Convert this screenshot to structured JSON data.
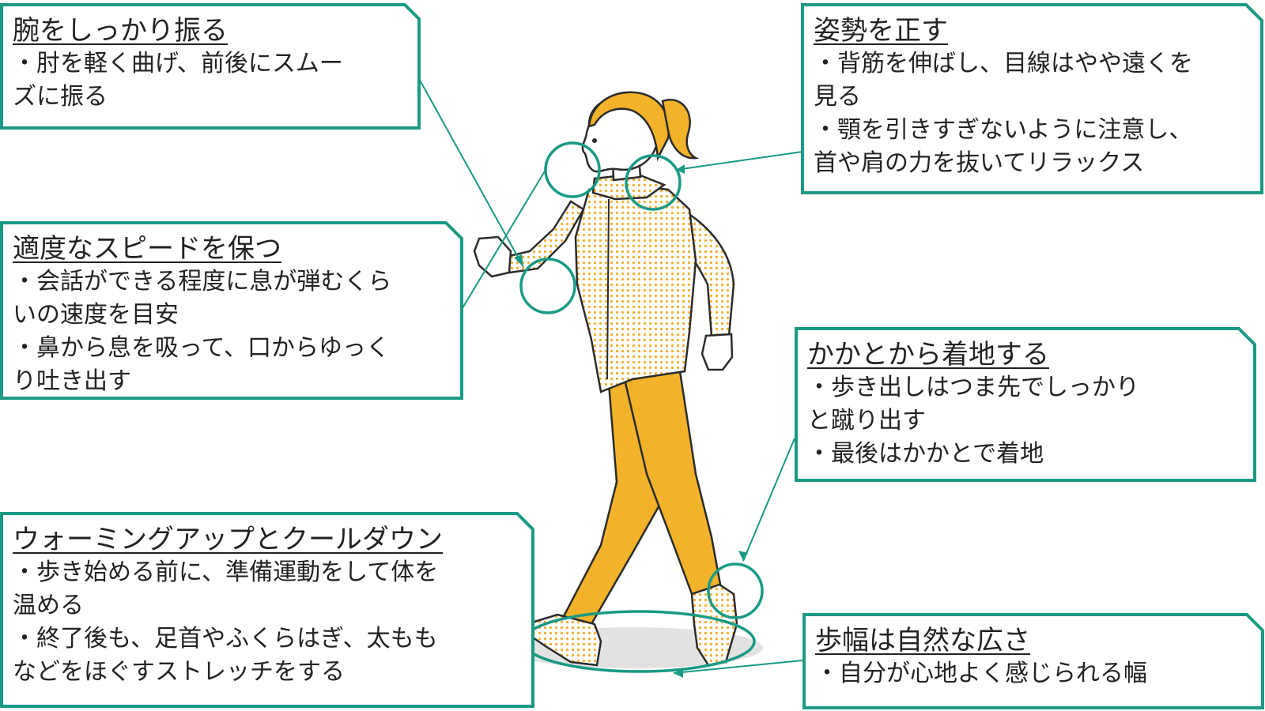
{
  "colors": {
    "accent": "#1a9a85",
    "outfit": "#f2b32a",
    "outfit_dots": "#f9dc96",
    "skin": "#ffffff",
    "outline": "#2b2b2b",
    "shadow": "#dddddd"
  },
  "boxes": {
    "arm": {
      "title": "腕をしっかり振る",
      "lines": [
        "・肘を軽く曲げ、前後にスムー",
        "ズに振る"
      ]
    },
    "posture": {
      "title": "姿勢を正す",
      "lines": [
        "・背筋を伸ばし、目線はやや遠くを",
        "見る",
        "・顎を引きすぎないように注意し、",
        "首や肩の力を抜いてリラックス"
      ]
    },
    "speed": {
      "title": "適度なスピードを保つ",
      "lines": [
        "・会話ができる程度に息が弾むくら",
        "いの速度を目安",
        "・鼻から息を吸って、口からゆっく",
        "り吐き出す"
      ]
    },
    "heel": {
      "title": "かかとから着地する",
      "lines": [
        "・歩き出しはつま先でしっかり",
        "と蹴り出す",
        "・最後はかかとで着地"
      ]
    },
    "warmup": {
      "title": "ウォーミングアップとクールダウン",
      "lines": [
        "・歩き始める前に、準備運動をして体を",
        "温める",
        "・終了後も、足首やふくらはぎ、太もも",
        "などをほぐすストレッチをする"
      ]
    },
    "stride": {
      "title": "歩幅は自然な広さ",
      "lines": [
        "・自分が心地よく感じられる幅"
      ]
    }
  }
}
